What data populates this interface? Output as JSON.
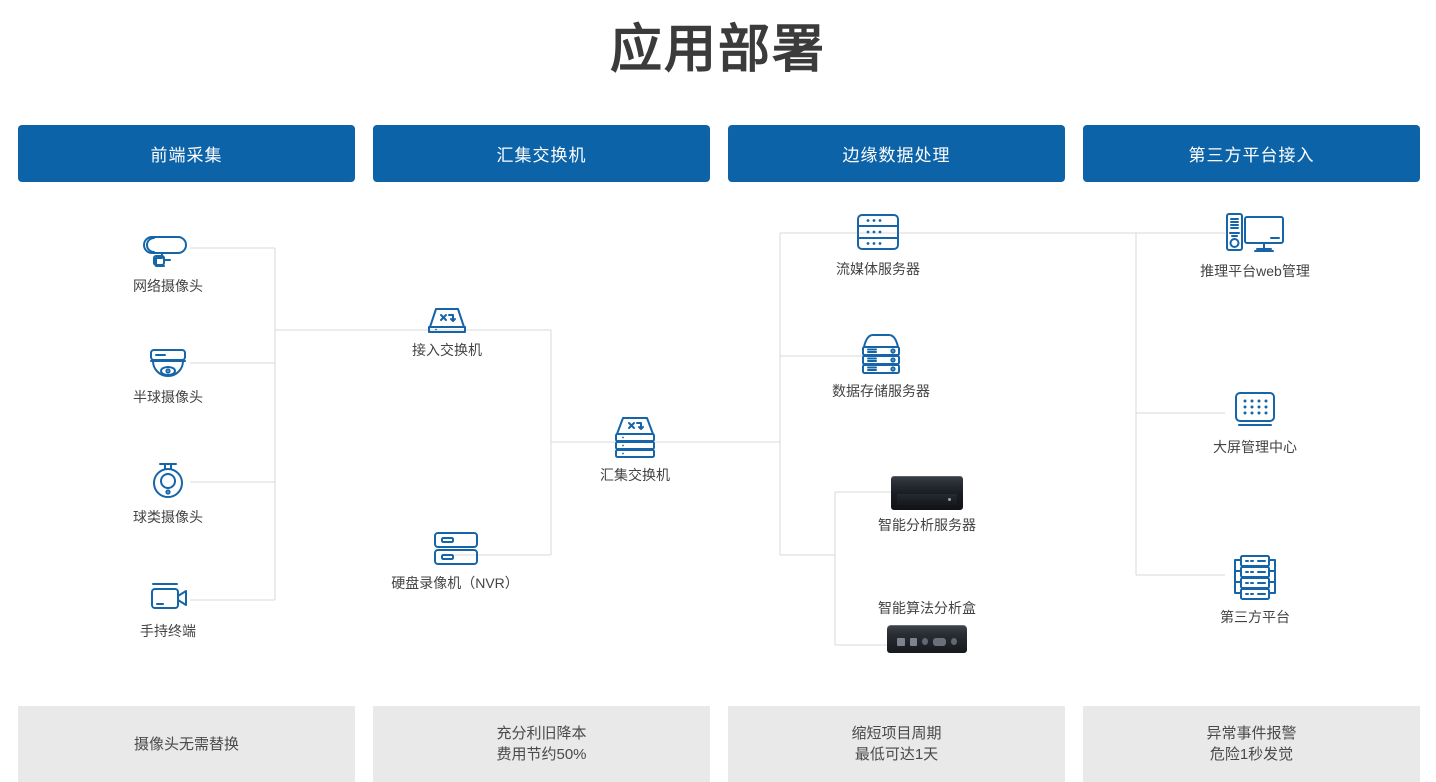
{
  "page": {
    "title": "应用部署",
    "accent_color": "#0c63a8",
    "footer_bg": "#e9e9e9",
    "wire_color": "#d6d6d6"
  },
  "columns": [
    {
      "header": "前端采集"
    },
    {
      "header": "汇集交换机"
    },
    {
      "header": "边缘数据处理"
    },
    {
      "header": "第三方平台接入"
    }
  ],
  "nodes": {
    "ip_camera": {
      "label": "网络摄像头",
      "icon": "bullet-camera-icon"
    },
    "dome_camera": {
      "label": "半球摄像头",
      "icon": "dome-camera-icon"
    },
    "ptz_camera": {
      "label": "球类摄像头",
      "icon": "ptz-camera-icon"
    },
    "handheld": {
      "label": "手持终端",
      "icon": "handheld-camcorder-icon"
    },
    "access_switch": {
      "label": "接入交换机",
      "icon": "network-switch-icon"
    },
    "nvr": {
      "label": "硬盘录像机（NVR）",
      "icon": "nvr-icon"
    },
    "agg_switch": {
      "label": "汇集交换机",
      "icon": "stacked-switch-icon"
    },
    "stream_server": {
      "label": "流媒体服务器",
      "icon": "rack-server-icon"
    },
    "storage_server": {
      "label": "数据存储服务器",
      "icon": "storage-server-icon"
    },
    "analysis_server": {
      "label": "智能分析服务器",
      "icon": "analysis-server-photo"
    },
    "algo_box": {
      "label": "智能算法分析盒",
      "icon": "edge-ai-box-photo"
    },
    "web_platform": {
      "label": "推理平台web管理",
      "icon": "desktop-pc-icon"
    },
    "video_wall": {
      "label": "大屏管理中心",
      "icon": "video-wall-icon"
    },
    "third_party": {
      "label": "第三方平台",
      "icon": "server-rack-icon"
    }
  },
  "footers": [
    {
      "lines": [
        "摄像头无需替换"
      ]
    },
    {
      "lines": [
        "充分利旧降本",
        "费用节约50%"
      ]
    },
    {
      "lines": [
        "缩短项目周期",
        "最低可达1天"
      ]
    },
    {
      "lines": [
        "异常事件报警",
        "危险1秒发觉"
      ]
    }
  ]
}
